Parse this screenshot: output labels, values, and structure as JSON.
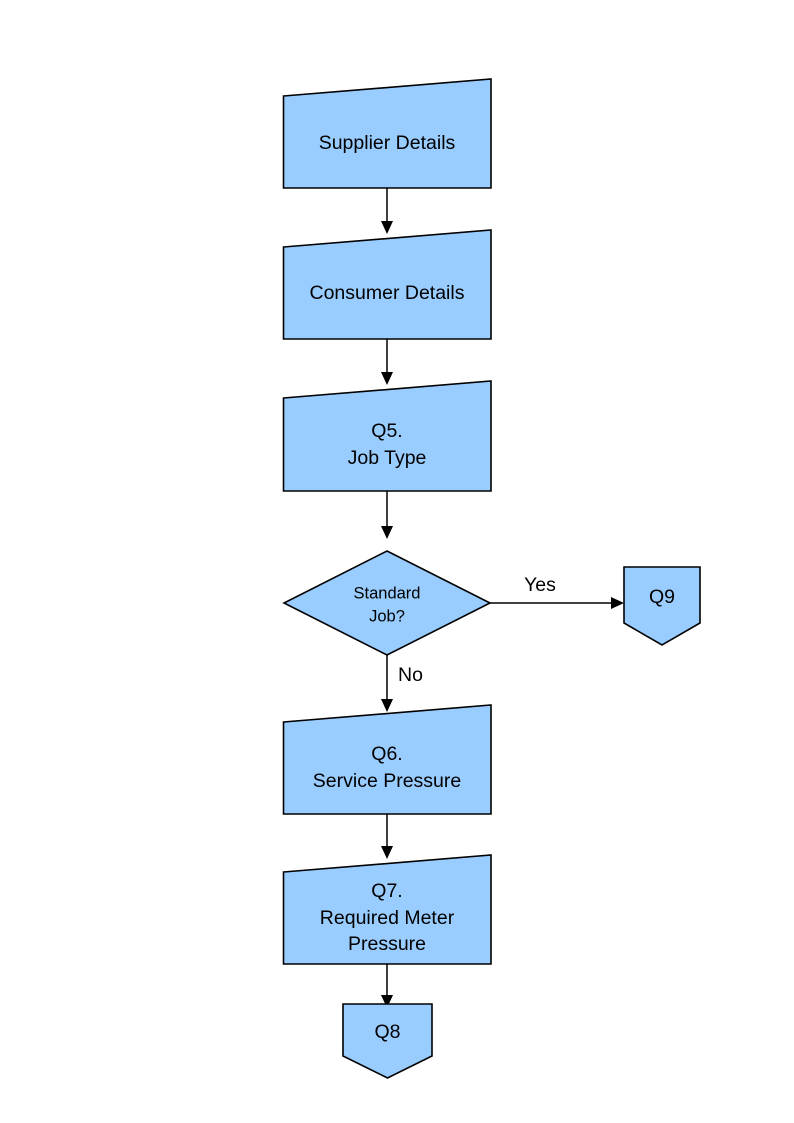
{
  "diagram": {
    "type": "flowchart",
    "title": "",
    "background_color": "#FFFFFF",
    "node_fill_color": "#99CCFF",
    "node_stroke_color": "#000000",
    "text_color": "#000000",
    "nodes": [
      {
        "id": "supplier-details",
        "shape": "data-slanted-top",
        "label": "Supplier Details",
        "lines": [
          "Supplier Details"
        ]
      },
      {
        "id": "consumer-details",
        "shape": "data-slanted-top",
        "label": "Consumer Details",
        "lines": [
          "Consumer Details"
        ]
      },
      {
        "id": "q5-job-type",
        "shape": "data-slanted-top",
        "label": "Q5. Job Type",
        "lines": [
          "Q5.",
          "Job Type"
        ]
      },
      {
        "id": "standard-job-decision",
        "shape": "diamond",
        "label": "Standard Job?",
        "lines": [
          "Standard",
          "Job?"
        ]
      },
      {
        "id": "q9-connector",
        "shape": "off-page-connector",
        "label": "Q9",
        "lines": [
          "Q9"
        ]
      },
      {
        "id": "q6-service-pressure",
        "shape": "data-slanted-top",
        "label": "Q6. Service Pressure",
        "lines": [
          "Q6.",
          "Service Pressure"
        ]
      },
      {
        "id": "q7-required-meter-pressure",
        "shape": "data-slanted-top",
        "label": "Q7. Required Meter Pressure",
        "lines": [
          "Q7.",
          "Required Meter",
          "Pressure"
        ]
      },
      {
        "id": "q8-connector",
        "shape": "off-page-connector",
        "label": "Q8",
        "lines": [
          "Q8"
        ]
      }
    ],
    "edges": [
      {
        "id": "e1",
        "from": "supplier-details",
        "to": "consumer-details",
        "label": ""
      },
      {
        "id": "e2",
        "from": "consumer-details",
        "to": "q5-job-type",
        "label": ""
      },
      {
        "id": "e3",
        "from": "q5-job-type",
        "to": "standard-job-decision",
        "label": ""
      },
      {
        "id": "e4",
        "from": "standard-job-decision",
        "to": "q9-connector",
        "label": "Yes"
      },
      {
        "id": "e5",
        "from": "standard-job-decision",
        "to": "q6-service-pressure",
        "label": "No"
      },
      {
        "id": "e6",
        "from": "q6-service-pressure",
        "to": "q7-required-meter-pressure",
        "label": ""
      },
      {
        "id": "e7",
        "from": "q7-required-meter-pressure",
        "to": "q8-connector",
        "label": ""
      }
    ]
  }
}
